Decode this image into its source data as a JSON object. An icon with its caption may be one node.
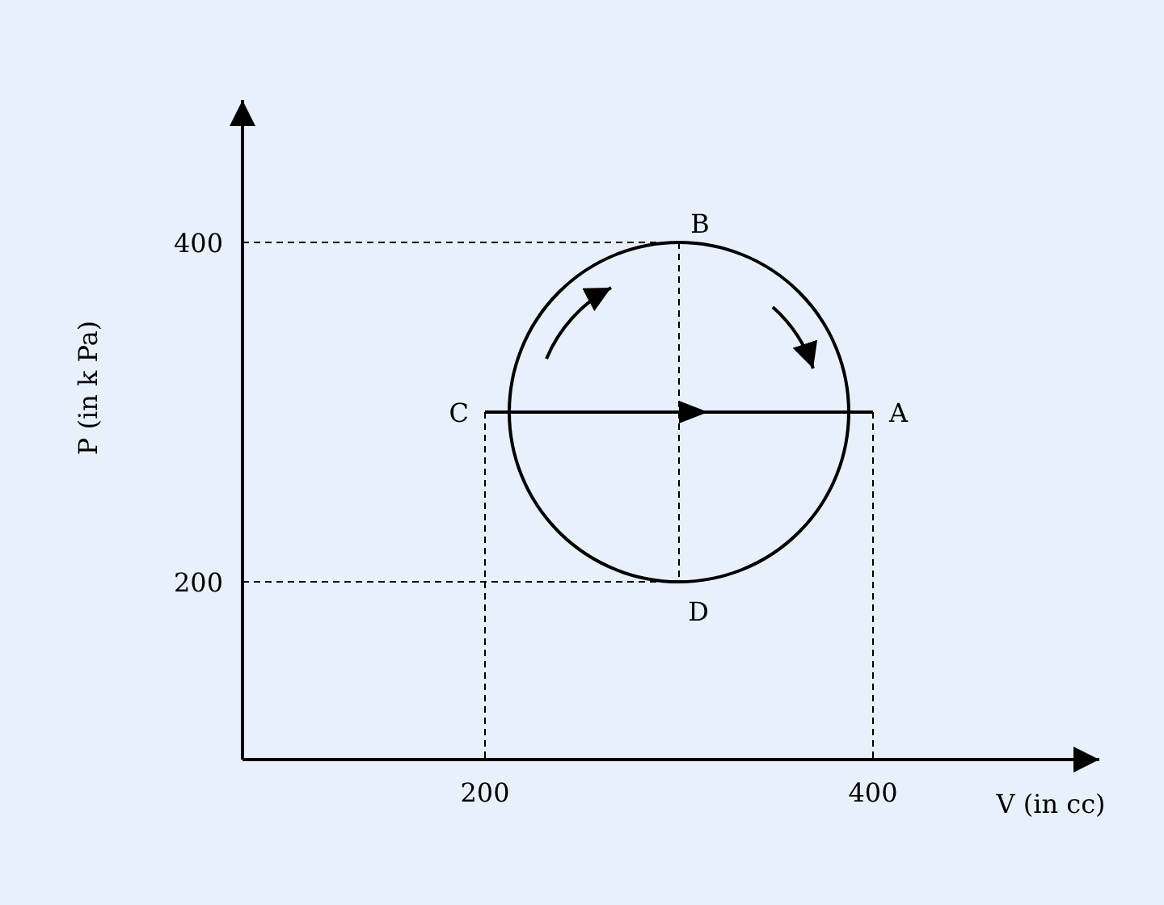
{
  "diagram": {
    "labels": [
      "B",
      "400",
      "P (in k Pa)",
      "C",
      "A",
      "200",
      "D",
      "200",
      "400",
      "V (in cc)"
    ]
  }
}
